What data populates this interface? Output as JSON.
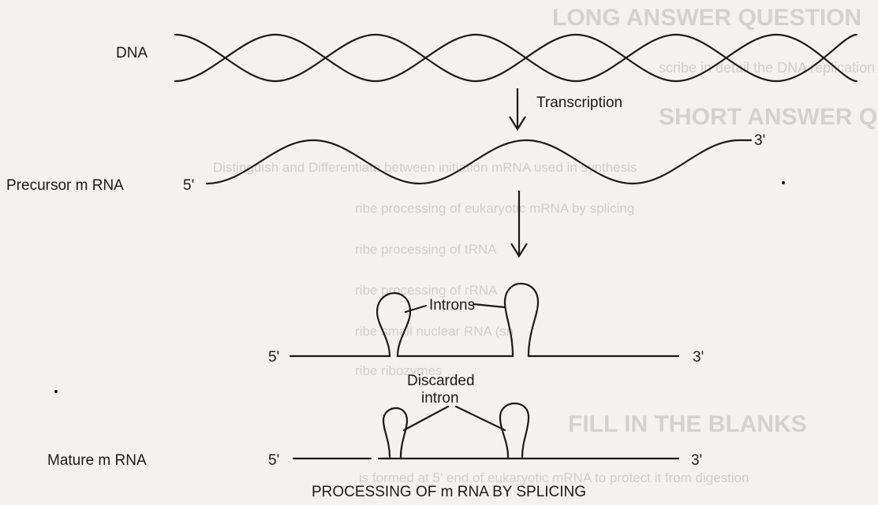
{
  "background": {
    "headings": [
      "LONG ANSWER QUESTION",
      "SHORT ANSWER QUESTIONS",
      "FILL IN THE BLANKS"
    ],
    "lines": [
      "scribe in detail the DNA replication",
      "Distinguish and Differentiate between initiation mRNA used in synthesis",
      "ribe processing of eukaryotic mRNA by splicing",
      "ribe processing of tRNA",
      "ribe processing of rRNA",
      "ribe small nuclear RNA (sn",
      "ribe ribozymes",
      "is formed at 5' end of eukaryotic mRNA to protect it from digestion"
    ]
  },
  "diagram": {
    "dna_label": "DNA",
    "transcription_label": "Transcription",
    "precursor_label": "Precursor m RNA",
    "precursor_5": "5'",
    "precursor_3": "3'",
    "introns_label": "Introns",
    "mid_5": "5'",
    "mid_3": "3'",
    "discarded_line1": "Discarded",
    "discarded_line2": "intron",
    "mature_label": "Mature m RNA",
    "mature_5": "5'",
    "mature_3": "3'",
    "caption": "PROCESSING OF m RNA BY SPLICING"
  },
  "colors": {
    "ink": "#1a1a1a",
    "paper": "#f3f2ee",
    "bleed": "#cfcfcc"
  }
}
